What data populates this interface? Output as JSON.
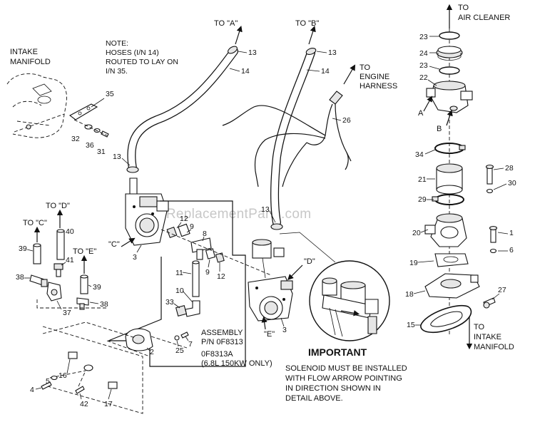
{
  "diagram": {
    "labels": {
      "intake_manifold_left": [
        "INTAKE",
        "MANIFOLD"
      ],
      "note": [
        "NOTE:",
        "HOSES (I/N 14)",
        "ROUTED TO LAY ON",
        "I/N 35."
      ],
      "to_a": "TO \"A\"",
      "to_b": "TO \"B\"",
      "to_engine_harness": [
        "TO",
        "ENGINE",
        "HARNESS"
      ],
      "to_air_cleaner": [
        "TO",
        "AIR CLEANER"
      ],
      "to_intake_manifold_right": [
        "TO",
        "INTAKE",
        "MANIFOLD"
      ],
      "to_c": "TO \"C\"",
      "to_d": "TO \"D\"",
      "to_e": "TO \"E\"",
      "point_c": "\"C\"",
      "point_d": "\"D\"",
      "point_e": "\"E\"",
      "point_a": "A",
      "point_b": "B",
      "assembly": [
        "ASSEMBLY",
        "P/N 0F8313",
        "0F8313A",
        "(6.8L 150KW ONLY)"
      ],
      "important_title": "IMPORTANT",
      "important_text": [
        "SOLENOID MUST BE INSTALLED",
        "WITH FLOW ARROW POINTING",
        "IN DIRECTION SHOWN IN",
        "DETAIL ABOVE."
      ],
      "watermark": "eReplacementParts.com"
    },
    "callouts": {
      "n13a": "13",
      "n14a": "14",
      "n13b": "13",
      "n14b": "14",
      "n26": "26",
      "n35": "35",
      "n32": "32",
      "n36": "36",
      "n31": "31",
      "n13c": "13",
      "n12a": "12",
      "n9a": "9",
      "n8": "8",
      "n3a": "3",
      "n40": "40",
      "n39a": "39",
      "n41": "41",
      "n38a": "38",
      "n39b": "39",
      "n37": "37",
      "n38b": "38",
      "n11": "11",
      "n10": "10",
      "n33": "33",
      "n9b": "9",
      "n12b": "12",
      "n13d": "13",
      "n3b": "3",
      "n7": "7",
      "n25": "25",
      "n2": "2",
      "n16": "16",
      "n5": "5",
      "n4": "4",
      "n42": "42",
      "n17": "17",
      "n23a": "23",
      "n24": "24",
      "n23b": "23",
      "n22": "22",
      "n34": "34",
      "n21": "21",
      "n28": "28",
      "n30": "30",
      "n29": "29",
      "n20": "20",
      "n1": "1",
      "n6": "6",
      "n19": "19",
      "n27": "27",
      "n18": "18",
      "n15": "15"
    }
  }
}
